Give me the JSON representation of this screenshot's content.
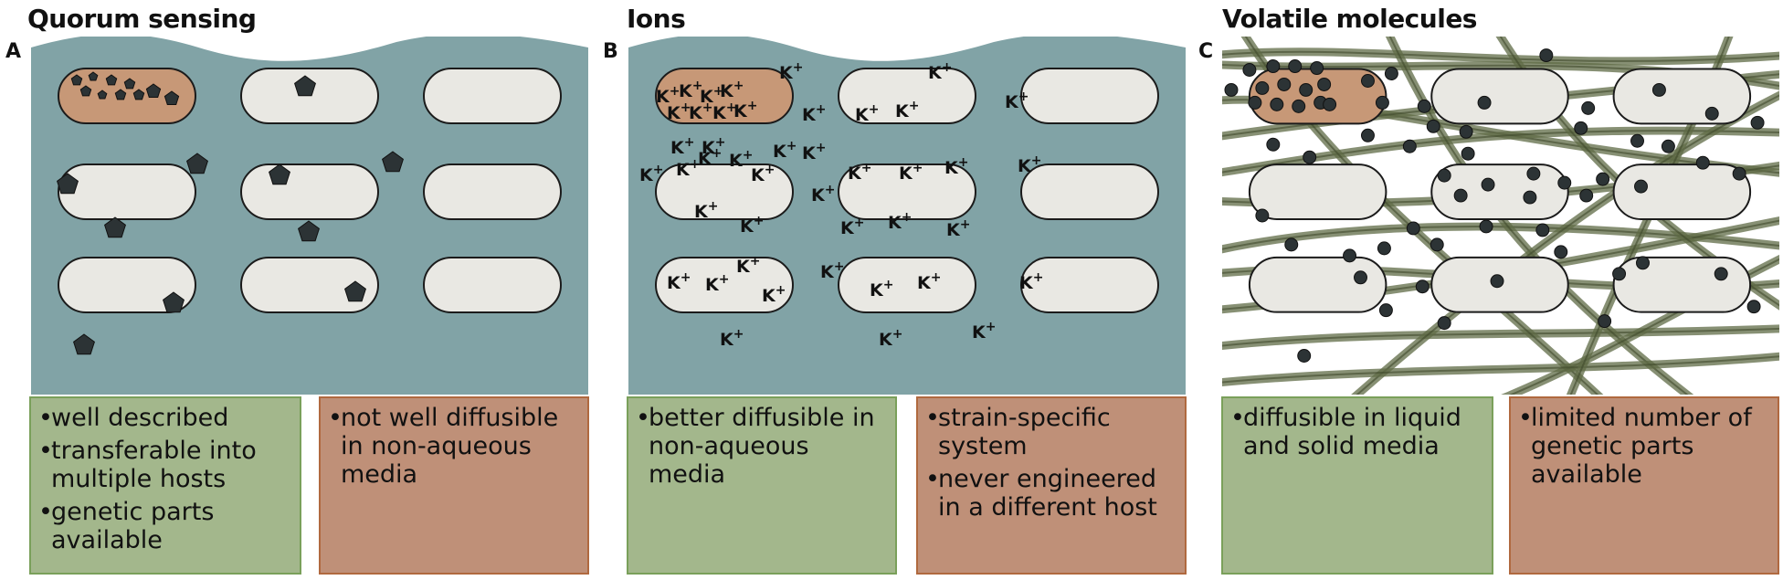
{
  "panels": [
    {
      "letter": "A",
      "title": "Quorum sensing",
      "pros": [
        "well described",
        "transferable into multiple hosts",
        "genetic parts available"
      ],
      "cons": [
        "not well diffusible in non-aqueous media"
      ]
    },
    {
      "letter": "B",
      "title": "Ions",
      "pros": [
        "better diffusible in non-aqueous media"
      ],
      "cons": [
        "strain-specific system",
        "never engineered in a different host"
      ]
    },
    {
      "letter": "C",
      "title": "Volatile molecules",
      "pros": [
        "diffusible in liquid and solid media"
      ],
      "cons": [
        "limited number of genetic parts available"
      ]
    }
  ],
  "ion_label": "K",
  "ion_charge": "+",
  "colors": {
    "medium": "#81a3a6",
    "cell_fill": "#e9e8e3",
    "producer_cell": "#c79877",
    "molecule": "#2c3335",
    "fiber": "#5f6b46",
    "pro_box": "#a3b78c",
    "con_box": "#bf9078"
  },
  "icons": [
    "pentagon-molecule-icon",
    "potassium-ion-icon",
    "volatile-dot-icon"
  ]
}
